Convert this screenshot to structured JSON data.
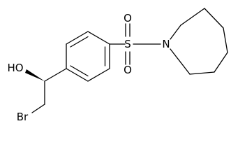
{
  "molecule": {
    "atoms": {
      "hydroxyl": "HO",
      "sulfur": "S",
      "oxygen_top": "O",
      "oxygen_bottom": "O",
      "nitrogen": "N",
      "bromine": "Br"
    }
  }
}
